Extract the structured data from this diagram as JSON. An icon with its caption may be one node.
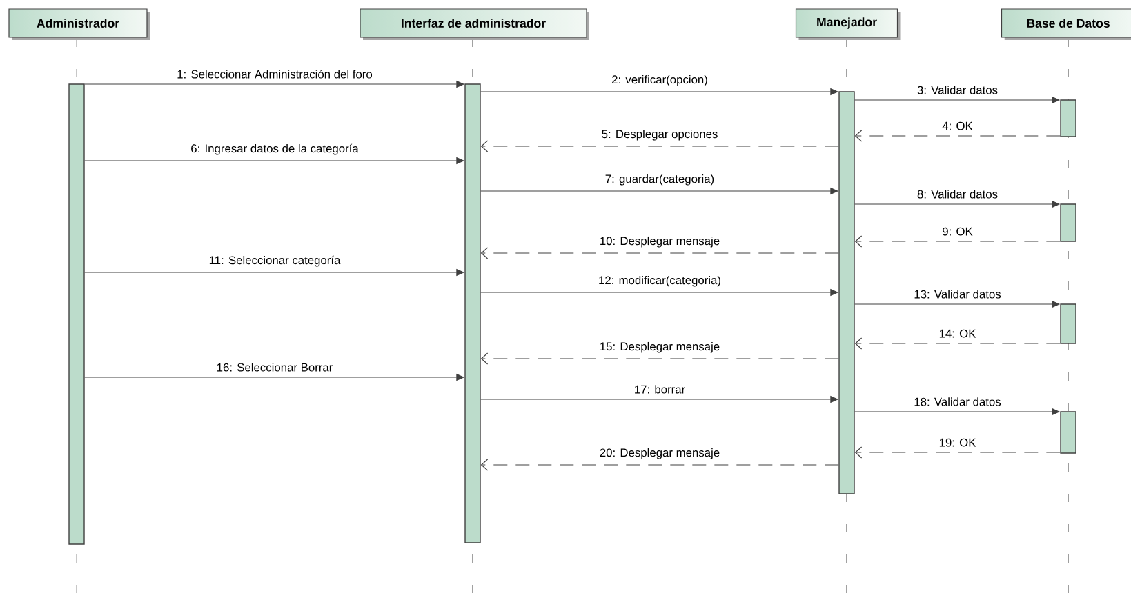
{
  "diagram": {
    "nodes": [
      {
        "text": [
          "Administrador"
        ]
      },
      {
        "text": [
          "Interfaz de administrador"
        ]
      },
      {
        "text": [
          "Manejador"
        ]
      },
      {
        "text": [
          "Base de Datos"
        ]
      },
      {
        "text": [],
        "shape": "bar"
      },
      {
        "text": [],
        "shape": "bar"
      },
      {
        "text": [],
        "shape": "bar"
      },
      {
        "text": [],
        "shape": "bar"
      },
      {
        "text": [],
        "shape": "bar"
      },
      {
        "text": [],
        "shape": "bar"
      },
      {
        "text": [],
        "shape": "bar"
      }
    ],
    "edges": [
      {
        "from": 4,
        "to": 5,
        "arrow": "to",
        "label": "1: Seleccionar Administración del foro"
      },
      {
        "from": 5,
        "to": 6,
        "arrow": "to",
        "label": "2: verificar(opcion)"
      },
      {
        "from": 6,
        "to": 7,
        "arrow": "to",
        "label": "3: Validar datos"
      },
      {
        "from": 7,
        "to": 6,
        "arrow": "to",
        "label": "4: OK",
        "style": "dashed"
      },
      {
        "from": 6,
        "to": 5,
        "arrow": "to",
        "label": "5: Desplegar opciones",
        "style": "dashed"
      },
      {
        "from": 4,
        "to": 5,
        "arrow": "to",
        "label": "6: Ingresar datos de la categoría"
      },
      {
        "from": 5,
        "to": 6,
        "arrow": "to",
        "label": "7: guardar(categoria)"
      },
      {
        "from": 6,
        "to": 8,
        "arrow": "to",
        "label": "8: Validar datos"
      },
      {
        "from": 8,
        "to": 6,
        "arrow": "to",
        "label": "9: OK",
        "style": "dashed"
      },
      {
        "from": 6,
        "to": 5,
        "arrow": "to",
        "label": "10: Desplegar mensaje",
        "style": "dashed"
      },
      {
        "from": 4,
        "to": 5,
        "arrow": "to",
        "label": "11: Seleccionar categoría"
      },
      {
        "from": 5,
        "to": 6,
        "arrow": "to",
        "label": "12: modificar(categoria)"
      },
      {
        "from": 6,
        "to": 9,
        "arrow": "to",
        "label": "13: Validar datos"
      },
      {
        "from": 9,
        "to": 6,
        "arrow": "to",
        "label": "14: OK",
        "style": "dashed"
      },
      {
        "from": 6,
        "to": 5,
        "arrow": "to",
        "label": "15: Desplegar mensaje",
        "style": "dashed"
      },
      {
        "from": 4,
        "to": 5,
        "arrow": "to",
        "label": "16: Seleccionar Borrar"
      },
      {
        "from": 5,
        "to": 6,
        "arrow": "to",
        "label": "17: borrar"
      },
      {
        "from": 6,
        "to": 10,
        "arrow": "to",
        "label": "18: Validar datos"
      },
      {
        "from": 10,
        "to": 6,
        "arrow": "to",
        "label": "19: OK",
        "style": "dashed"
      },
      {
        "from": 6,
        "to": 5,
        "arrow": "to",
        "label": "20: Desplegar mensaje",
        "style": "dashed"
      }
    ]
  }
}
